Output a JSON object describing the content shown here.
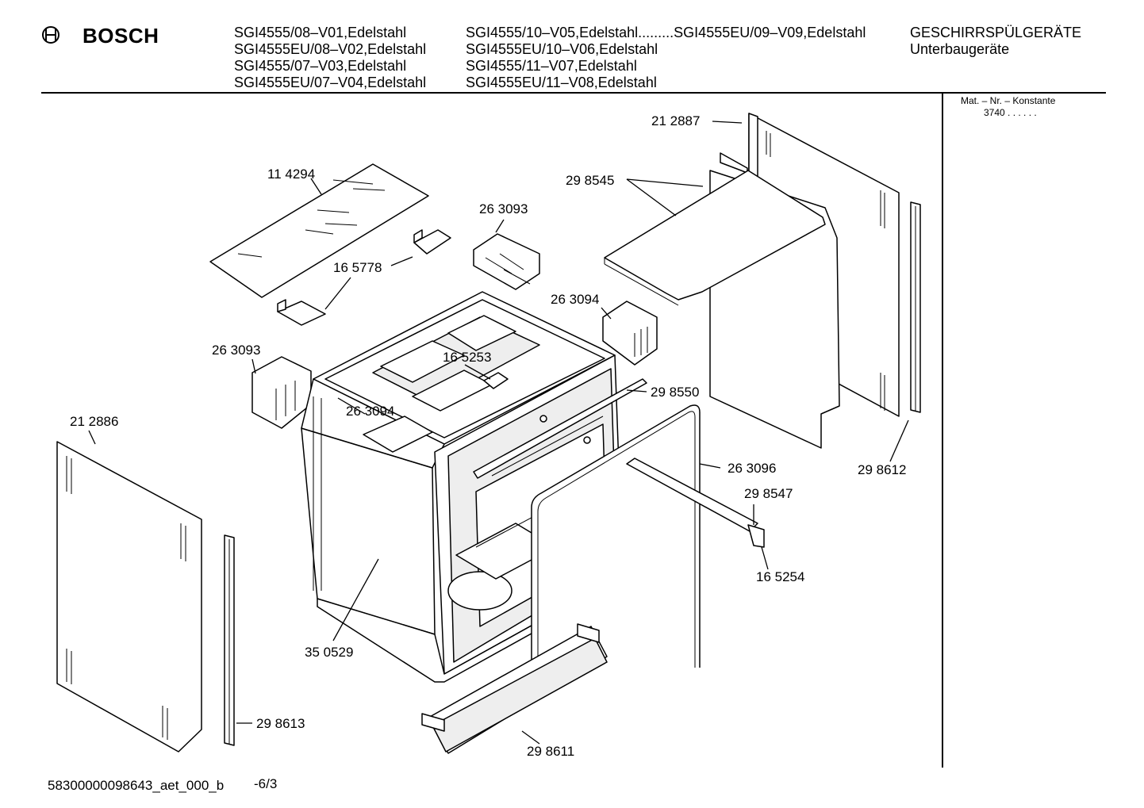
{
  "header": {
    "brand": "BOSCH",
    "models_col1": [
      "SGI4555/08–V01,Edelstahl",
      "SGI4555EU/08–V02,Edelstahl",
      "SGI4555/07–V03,Edelstahl",
      "SGI4555EU/07–V04,Edelstahl"
    ],
    "models_col2": [
      "SGI4555/10–V05,Edelstahl.........SGI4555EU/09–V09,Edelstahl",
      "SGI4555EU/10–V06,Edelstahl",
      "SGI4555/11–V07,Edelstahl",
      "SGI4555EU/11–V08,Edelstahl"
    ],
    "category": "GESCHIRRSPÜLGERÄTE",
    "subcategory": "Unterbaugeräte"
  },
  "sidebar": {
    "mat_label": "Mat. – Nr. – Konstante",
    "mat_value": "3740 .  .  .  .  .  ."
  },
  "parts": [
    "21 2887",
    "11 4294",
    "29 8545",
    "26 3093",
    "16 5778",
    "26 3094",
    "26 3093",
    "16 5253",
    "29 8550",
    "26 3094",
    "21 2886",
    "26 3096",
    "29 8612",
    "29 8547",
    "16 5254",
    "35 0529",
    "29 8613",
    "29 8611"
  ],
  "footer": {
    "doc_id": "58300000098643_aet_000_b",
    "page": "-6/3"
  }
}
